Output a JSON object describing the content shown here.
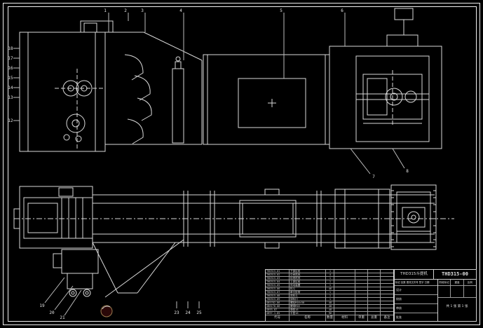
{
  "meta": {
    "background": "#000000",
    "line_color": "#d9d9d9",
    "stamp_color": "#2a0808"
  },
  "callouts": {
    "list": [
      "1",
      "2",
      "3",
      "4",
      "5",
      "6",
      "18",
      "17",
      "16",
      "15",
      "14",
      "13",
      "12",
      "19",
      "20",
      "21",
      "23",
      "24",
      "25",
      "7",
      "8"
    ]
  },
  "parts_table": {
    "headers": [
      "代号",
      "名称",
      "数量",
      "材料",
      "单重",
      "总重",
      "备注"
    ],
    "rows": [
      [
        "THD315-01",
        "下部区段",
        "1",
        "",
        "",
        "",
        ""
      ],
      [
        "THD315-02",
        "中间机壳",
        "4",
        "",
        "",
        "",
        ""
      ],
      [
        "THD315-03",
        "检视机壳",
        "1",
        "",
        "",
        "",
        ""
      ],
      [
        "THD315-04",
        "上部区段",
        "1",
        "",
        "",
        "",
        ""
      ],
      [
        "THD315-05",
        "传动装置",
        "1",
        "",
        "",
        "",
        ""
      ],
      [
        "THD315-06",
        "料斗",
        "46",
        "",
        "",
        "",
        ""
      ],
      [
        "THD315-07",
        "牵引胶带",
        "1",
        "",
        "",
        "",
        ""
      ],
      [
        "THD315-08",
        "进料斗",
        "1",
        "",
        "",
        "",
        ""
      ],
      [
        "THD315-09",
        "卸料口",
        "1",
        "",
        "",
        "",
        ""
      ],
      [
        "GB5782-86",
        "螺栓M16×50",
        "48",
        "",
        "",
        "",
        ""
      ],
      [
        "GB6170-86",
        "螺母M16",
        "48",
        "",
        "",
        "",
        ""
      ],
      [
        "GB93-87",
        "弹垫16",
        "48",
        "",
        "",
        "",
        ""
      ],
      [
        "GB97.1-85",
        "平垫16",
        "96",
        "",
        "",
        "",
        ""
      ]
    ]
  },
  "title_block": {
    "name": "THD315斗提机",
    "number": "THD315-00",
    "rev_header": "标记 处数 更改文件号 签字 日期",
    "sig_rows": [
      "设计",
      "校核",
      "审核",
      "批准"
    ],
    "stage_label": "阶段标记",
    "weight_label": "重量",
    "scale_label": "比例",
    "sheet": "共 1 张  第 1 张"
  }
}
